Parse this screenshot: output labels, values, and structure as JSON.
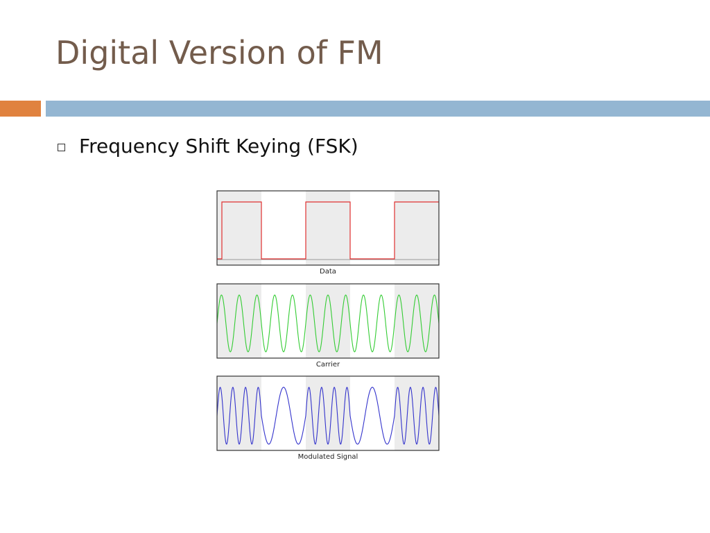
{
  "slide": {
    "title": "Digital Version of FM",
    "bullets": [
      {
        "text": "Frequency Shift Keying (FSK)"
      }
    ]
  },
  "diagram": {
    "bits": [
      1,
      0,
      1,
      0,
      1
    ],
    "panels": [
      {
        "label": "Data",
        "signal": "data",
        "color": "#e03030"
      },
      {
        "label": "Carrier",
        "signal": "carrier",
        "color": "#33cc33",
        "cycles_per_bit": 2.5
      },
      {
        "label": "Modulated Signal",
        "signal": "modulated",
        "color": "#3333cc",
        "cycles_for_1": 3.5,
        "cycles_for_0": 1.5
      }
    ],
    "colors": {
      "highlight": "#ececec",
      "frame": "#333333",
      "baseline": "#999999"
    }
  }
}
